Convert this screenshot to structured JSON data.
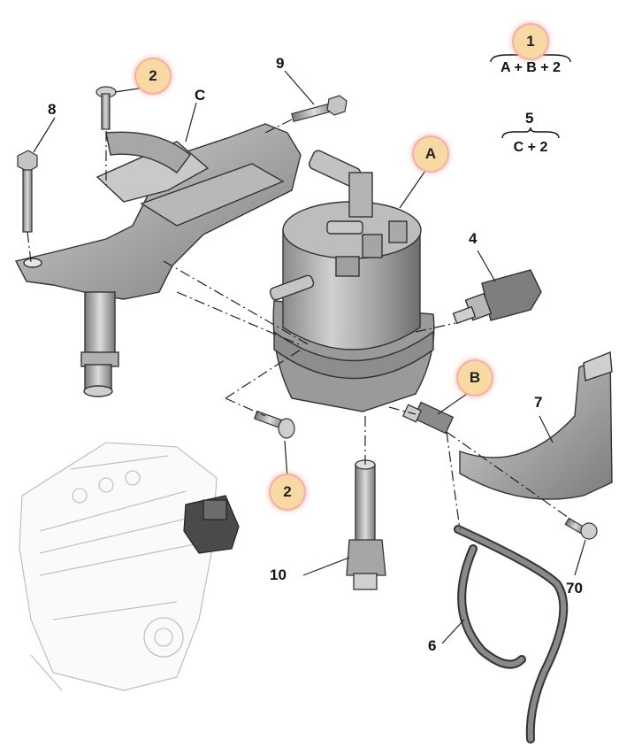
{
  "callouts": {
    "part_8": "8",
    "part_9": "9",
    "part_C": "C",
    "part_4": "4",
    "part_7": "7",
    "part_10": "10",
    "part_6": "6",
    "part_70": "70"
  },
  "badges": {
    "badge_1": "1",
    "badge_2_top": "2",
    "badge_2_bottom": "2",
    "badge_A": "A",
    "badge_B": "B"
  },
  "formulas": {
    "formula_1": "A + B + 2",
    "formula_5_number": "5",
    "formula_5": "C + 2"
  },
  "colors": {
    "badge_fill": "#f8d9a3",
    "badge_glow": "#f4b0a8",
    "part_gray": "#9a9a9a",
    "line": "#222222"
  }
}
